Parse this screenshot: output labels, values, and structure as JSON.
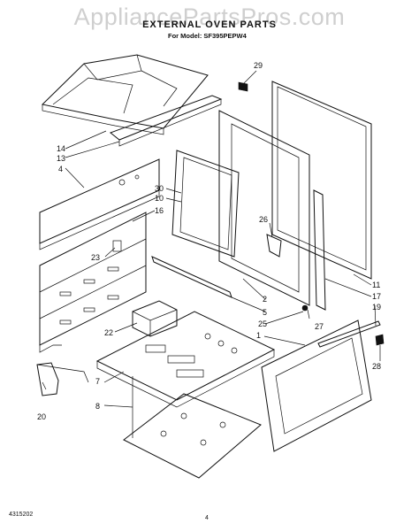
{
  "watermark": "AppliancePartsPros.com",
  "title": "EXTERNAL OVEN PARTS",
  "model_line": "For Model: SF395PEPW4",
  "footer_code": "4315202",
  "page_number": "4",
  "callouts": [
    "29",
    "14",
    "13",
    "4",
    "30",
    "10",
    "16",
    "26",
    "23",
    "22",
    "2",
    "5",
    "25",
    "27",
    "11",
    "17",
    "19",
    "1",
    "28",
    "7",
    "8",
    "20"
  ]
}
